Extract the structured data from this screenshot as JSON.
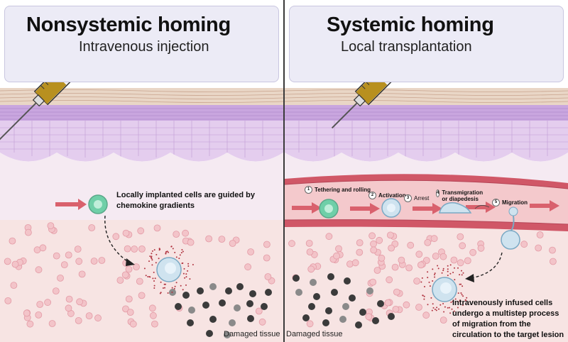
{
  "left": {
    "title": "Nonsystemic homing",
    "subtitle": "Intravenous injection",
    "note": "Locally implanted cells are guided by chemokine gradients",
    "tissue_label": "Damaged tissue"
  },
  "right": {
    "title": "Systemic homing",
    "subtitle": "Local transplantation",
    "steps": [
      {
        "num": "1",
        "label": "Tethering and rolling"
      },
      {
        "num": "2",
        "label": "Activation"
      },
      {
        "num": "3",
        "label": "Arrest"
      },
      {
        "num": "4",
        "label": "Transmigration or diapedesis"
      },
      {
        "num": "5",
        "label": "Migration"
      }
    ],
    "note": "Intravenously infused cells undergo a multistep process of migration from the circulation to the target lesion",
    "tissue_label": "Damaged tissue"
  },
  "colors": {
    "title_bg": "#ecebf6",
    "skin_top": "#e9d6c6",
    "epidermis": "#ddc2ea",
    "dermis": "#f5eaf2",
    "tissue": "#f7e4e3",
    "vessel": "#d05767",
    "cell_green": "#6fcfa8",
    "cell_blue": "#cfe3ef",
    "arrow": "#d9616d",
    "syringe_fluid": "#b8901f"
  },
  "icons": [
    "syringe-icon",
    "stem-cell-icon",
    "blood-vessel-icon",
    "damaged-cell-icon",
    "dashed-path-arrow-icon"
  ]
}
